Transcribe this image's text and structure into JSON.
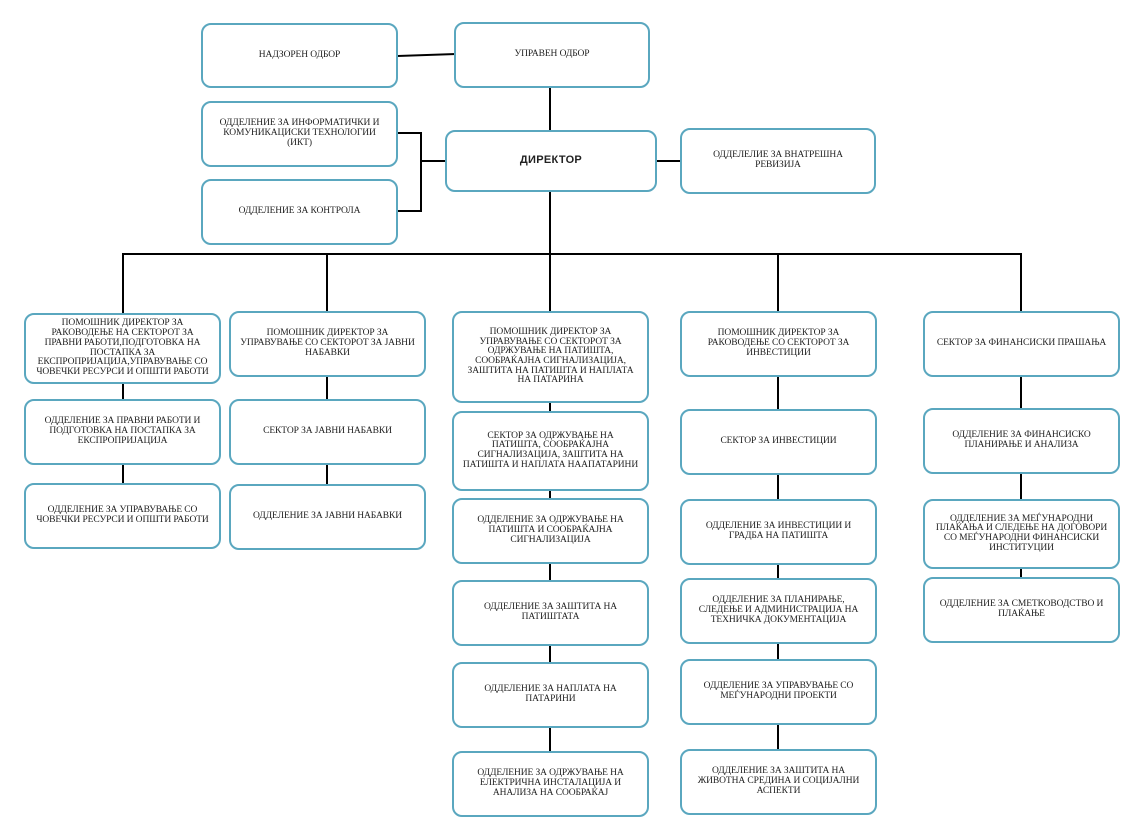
{
  "colors": {
    "box_border": "#5aa7bf",
    "connector": "#000000",
    "text": "#222222"
  },
  "org": {
    "supervisory_board": "НАДЗОРЕН ОДБОР",
    "management_board": "УПРАВЕН ОДБОР",
    "director": "ДИРЕКТОР",
    "it_dept": "ОДДЕЛЕНИЕ ЗА ИНФОРМАТИЧКИ И КОМУНИКАЦИСКИ ТЕХНОЛОГИИ (ИКТ)",
    "control_dept": "ОДДЕЛЕНИЕ ЗА КОНТРОЛА",
    "audit_dept": "ОДДЕЛЕЛИЕ ЗА ВНАТРЕШНА РЕВИЗИЈА",
    "columns": [
      {
        "head": "ПОМОШНИК ДИРЕКТОР ЗА РАКОВОДЕЊЕ НА СЕКТОРОТ ЗА ПРАВНИ РАБОТИ,ПОДГОТОВКА НА ПОСТАПКА ЗА ЕКСПРОПРИЈАЦИЈА,УПРАВУВАЊЕ СО ЧОВЕЧКИ РЕСУРСИ И ОПШТИ РАБОТИ",
        "items": [
          "ОДДЕЛЕНИЕ ЗА ПРАВНИ РАБОТИ И ПОДГОТОВКА НА ПОСТАПКА ЗА ЕКСПРОПРИЈАЦИЈА",
          "ОДДЕЛЕНИЕ ЗА УПРАВУВАЊЕ СО ЧОВЕЧКИ РЕСУРСИ И ОПШТИ РАБОТИ"
        ]
      },
      {
        "head": "ПОМОШНИК ДИРЕКТОР ЗА УПРАВУВАЊЕ СО СЕКТОРОТ ЗА ЈАВНИ НАБАВКИ",
        "items": [
          "СЕКТОР ЗА ЈАВНИ НАБАВКИ",
          "ОДДЕЛЕНИЕ ЗА ЈАВНИ НАБАВКИ"
        ]
      },
      {
        "head": "ПОМОШНИК ДИРЕКТОР ЗА УПРАВУВАЊЕ СО СЕКТОРОТ ЗА ОДРЖУВАЊЕ НА ПАТИШТА, СООБРАЌАЈНА СИГНАЛИЗАЦИЈА, ЗАШТИТА НА ПАТИШТА И НАПЛАТА НА ПАТАРИНА",
        "items": [
          "СЕКТОР ЗА ОДРЖУВАЊЕ НА ПАТИШТА, СООБРАЌАЈНА СИГНАЛИЗАЦИЈА, ЗАШТИТА НА ПАТИШТА И НАПЛАТА НААПАТАРИНИ",
          "ОДДЕЛЕНИЕ ЗА ОДРЖУВАЊЕ НА ПАТИШТА И СООБРАЌАЈНА СИГНАЛИЗАЦИЈА",
          "ОДДЕЛЕНИЕ ЗА ЗАШТИТА НА ПАТИШТАТА",
          "ОДДЕЛЕНИЕ ЗА НАПЛАТА НА ПАТАРИНИ",
          "ОДДЕЛЕНИЕ ЗА ОДРЖУВАЊЕ НА ЕЛЕКТРИЧНА ИНСТАЛАЦИЈА И АНАЛИЗА НА СООБРАЌАЈ"
        ]
      },
      {
        "head": "ПОМОШНИК ДИРЕКТОР ЗА РАКОВОДЕЊЕ СО СЕКТОРОТ ЗА ИНВЕСТИЦИИ",
        "items": [
          "СЕКТОР ЗА ИНВЕСТИЦИИ",
          "ОДДЕЛЕНИЕ ЗА ИНВЕСТИЦИИ И ГРАДБА НА ПАТИШТА",
          "ОДДЕЛЕНИЕ ЗА ПЛАНИРАЊЕ, СЛЕДЕЊЕ И АДМИНИСТРАЦИЈА НА ТЕХНИЧКА ДОКУМЕНТАЦИЈА",
          "ОДДЕЛЕНИЕ ЗА УПРАВУВАЊЕ СО МЕЃУНАРОДНИ ПРОЕКТИ",
          "ОДДЕЛЕНИЕ ЗА ЗАШТИТА НА ЖИВОТНА СРЕДИНА И СОЦИЈАЛНИ АСПЕКТИ"
        ]
      },
      {
        "head": "СЕКТОР ЗА ФИНАНСИСКИ ПРАШАЊА",
        "items": [
          "ОДДЕЛЕНИЕ ЗА ФИНАНСИСКО ПЛАНИРАЊЕ И АНАЛИЗА",
          "ОДДЕЛЕНИЕ ЗА МЕЃУНАРОДНИ ПЛАЌАЊА И СЛЕДЕЊЕ НА ДОГОВОРИ СО МЕЃУНАРОДНИ ФИНАНСИСКИ ИНСТИТУЦИИ",
          "ОДДЕЛЕНИЕ ЗА СМЕТКОВОДСТВО И ПЛАЌАЊЕ"
        ]
      }
    ]
  }
}
